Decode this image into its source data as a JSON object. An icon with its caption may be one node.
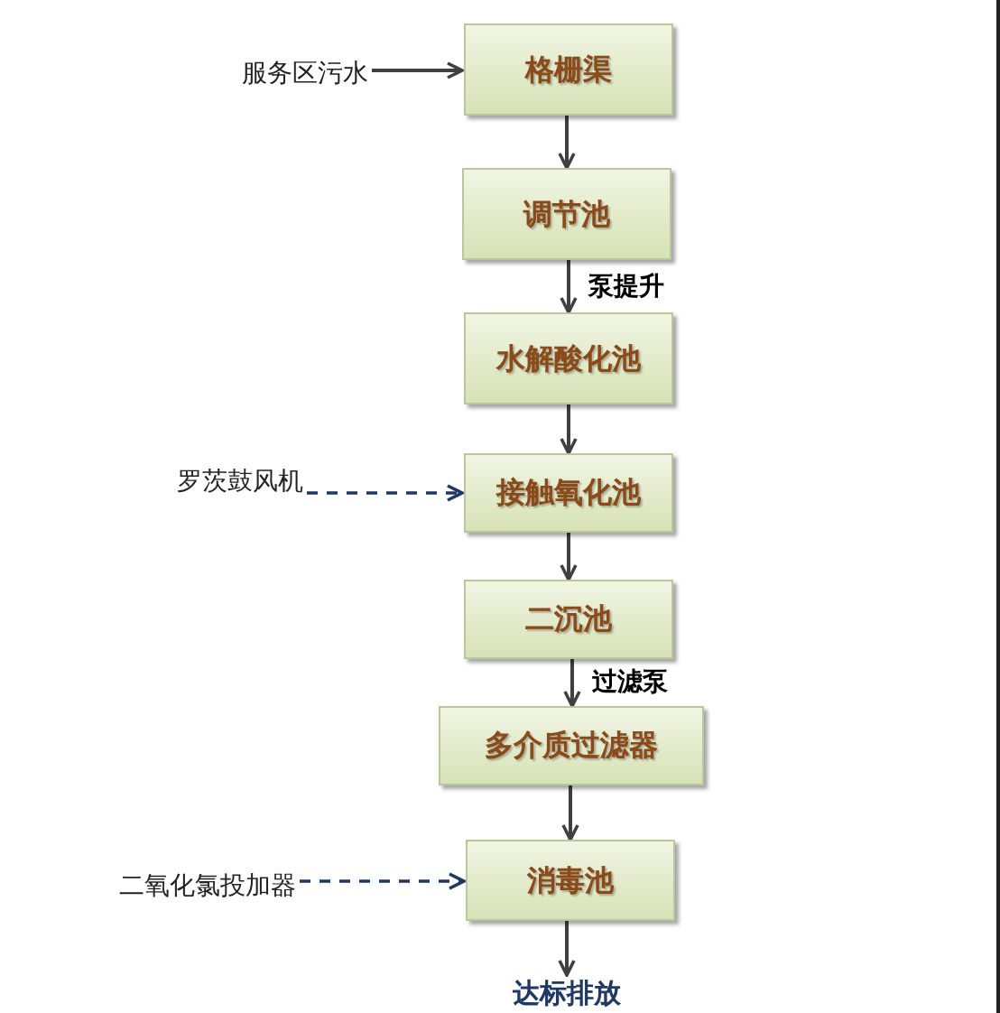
{
  "diagram": {
    "nodes": [
      {
        "text": [
          "服务区污水"
        ]
      },
      {
        "text": [
          "格栅渠"
        ]
      },
      {
        "text": [
          "调节池"
        ]
      },
      {
        "text": [
          "水解酸化池"
        ]
      },
      {
        "text": [
          "罗茨鼓风机"
        ]
      },
      {
        "text": [
          "接触氧化池"
        ]
      },
      {
        "text": [
          "二沉池"
        ]
      },
      {
        "text": [
          "多介质过滤器"
        ]
      },
      {
        "text": [
          "二氧化氯投加器"
        ]
      },
      {
        "text": [
          "消毒池"
        ]
      },
      {
        "text": [
          "达标排放"
        ]
      }
    ],
    "edges": [
      {
        "from": 0,
        "to": 1,
        "arrow": "to"
      },
      {
        "from": 1,
        "to": 2,
        "arrow": "to"
      },
      {
        "from": 2,
        "to": 3,
        "arrow": "to",
        "label": "泵提升"
      },
      {
        "from": 4,
        "to": 5,
        "arrow": "to",
        "style": "dashed",
        "color": "#1f3864"
      },
      {
        "from": 3,
        "to": 5,
        "arrow": "to"
      },
      {
        "from": 5,
        "to": 6,
        "arrow": "to"
      },
      {
        "from": 6,
        "to": 7,
        "arrow": "to",
        "label": "过滤泵"
      },
      {
        "from": 8,
        "to": 9,
        "arrow": "to",
        "style": "dashed",
        "color": "#1f3864"
      },
      {
        "from": 7,
        "to": 9,
        "arrow": "to"
      },
      {
        "from": 9,
        "to": 10,
        "arrow": "to"
      }
    ]
  }
}
